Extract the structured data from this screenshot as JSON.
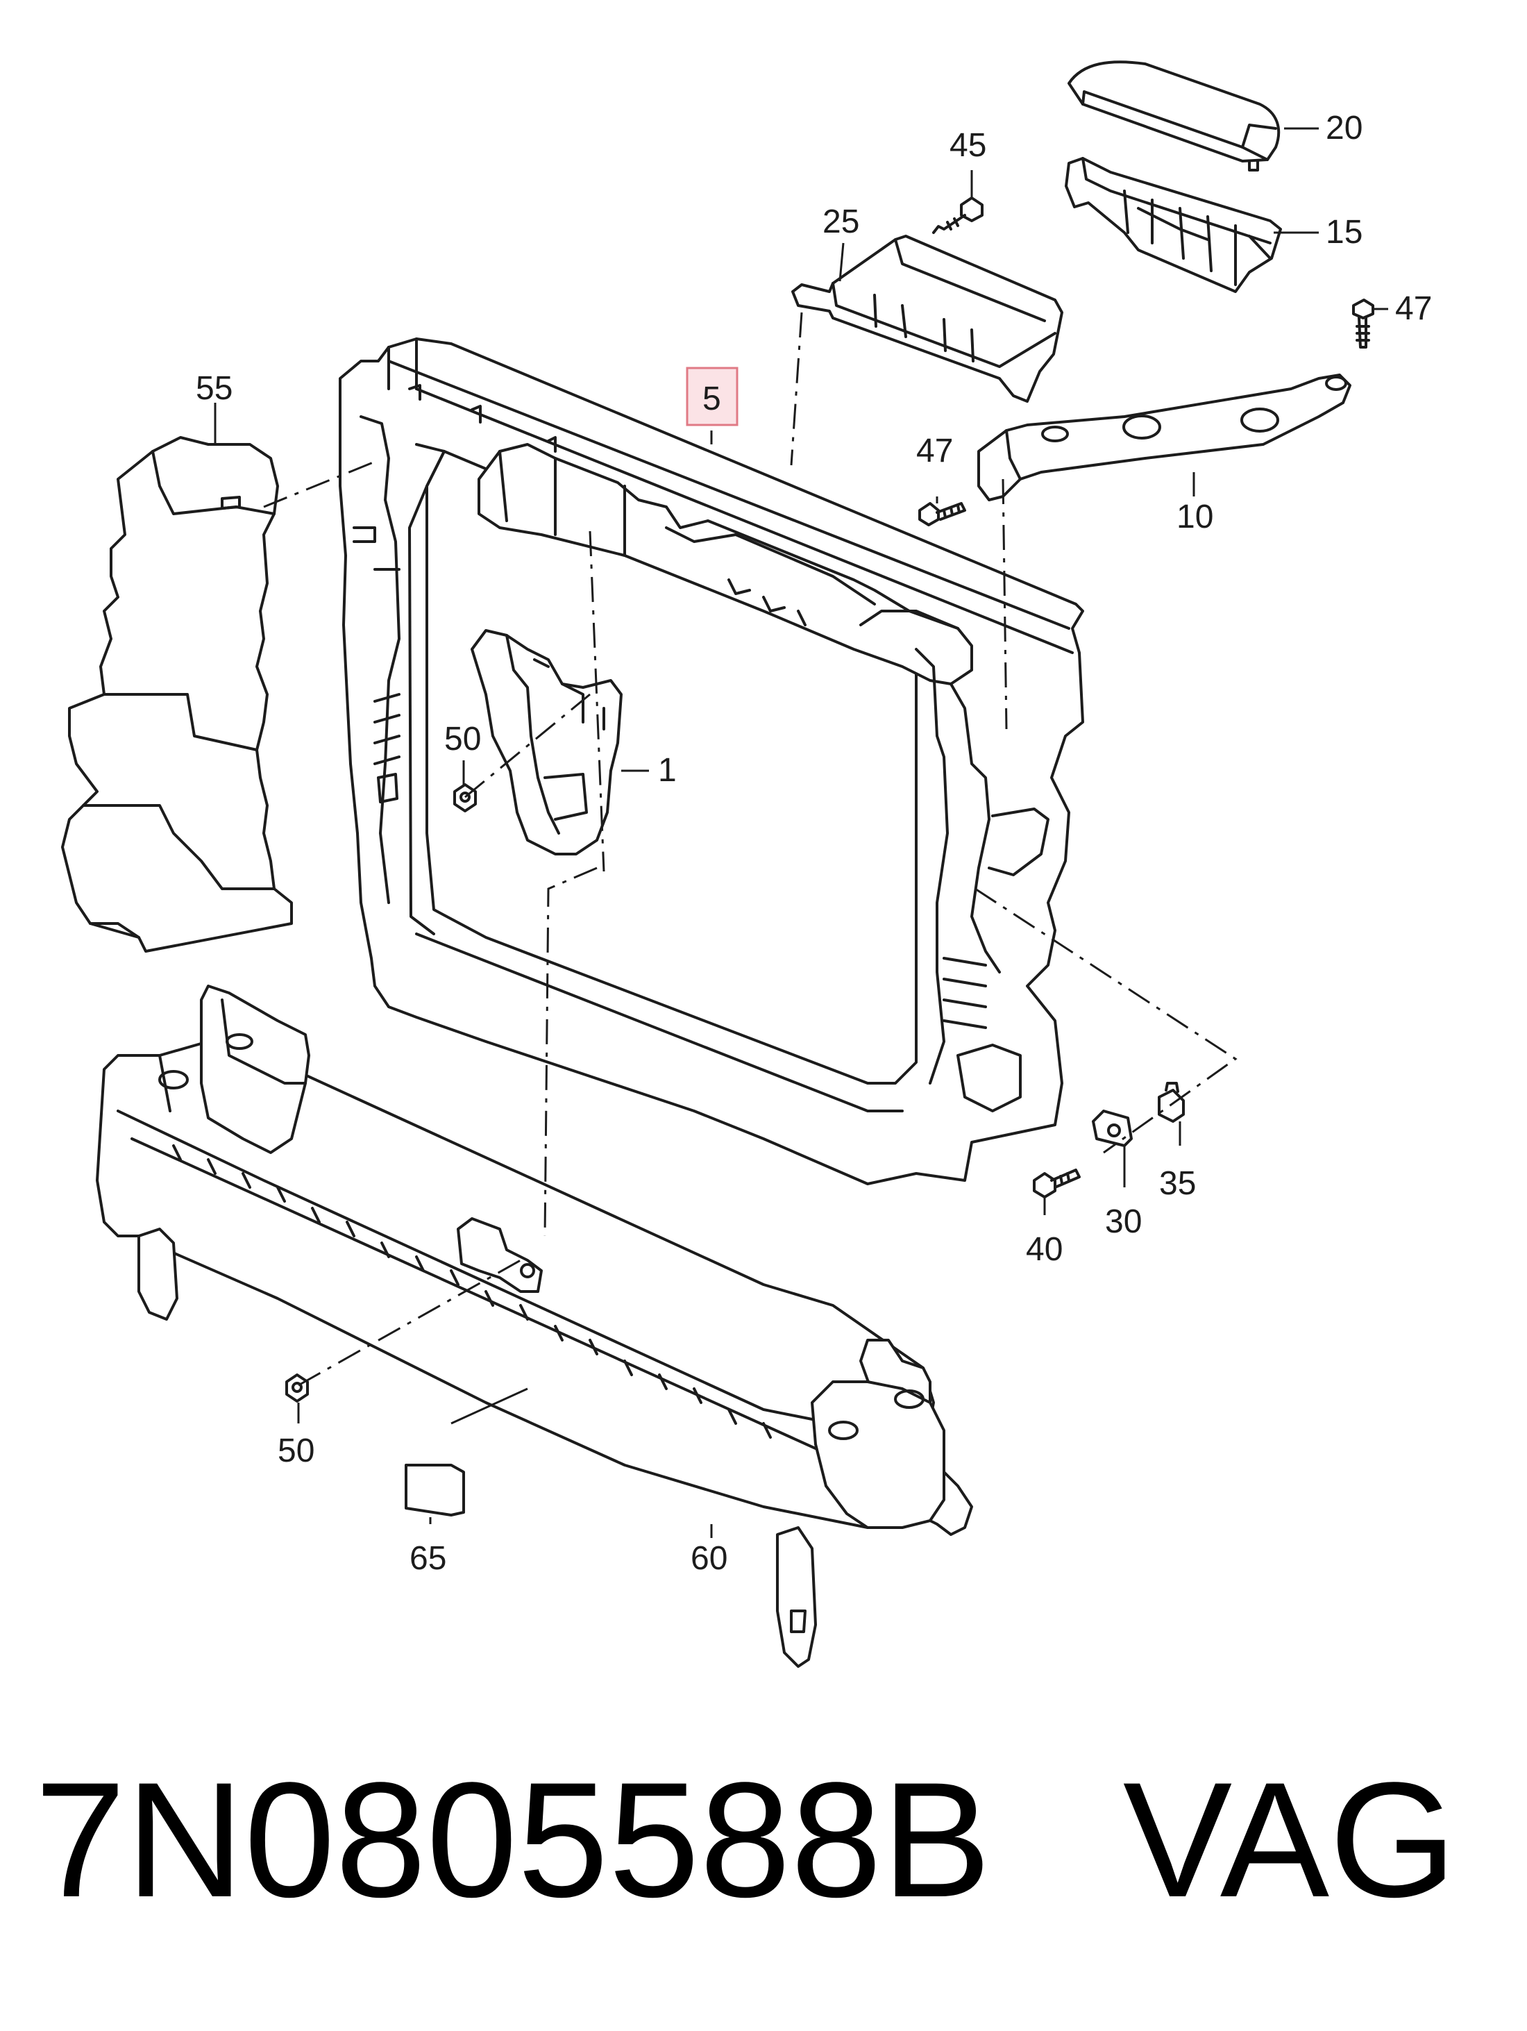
{
  "callouts": {
    "c1": "1",
    "c5": "5",
    "c10": "10",
    "c15": "15",
    "c20": "20",
    "c25": "25",
    "c30": "30",
    "c35": "35",
    "c40": "40",
    "c45": "45",
    "c47a": "47",
    "c47b": "47",
    "c50a": "50",
    "c50b": "50",
    "c55": "55",
    "c60": "60",
    "c65": "65"
  },
  "footer": {
    "part_number": "7N0805588B",
    "brand": "VAG"
  },
  "colors": {
    "line": "#1c1c1c",
    "highlight_fill": "#fbe3e6",
    "highlight_stroke": "#e07a85"
  }
}
